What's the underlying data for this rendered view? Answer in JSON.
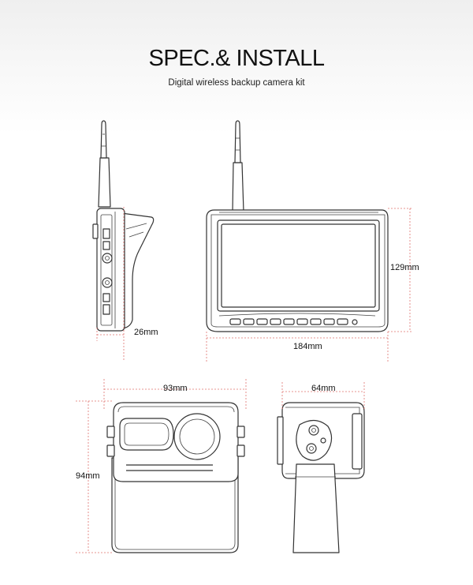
{
  "header": {
    "title": "SPEC.& INSTALL",
    "subtitle": "Digital wireless backup camera kit"
  },
  "dimensions": {
    "monitor_depth": "26mm",
    "monitor_width": "184mm",
    "monitor_height": "129mm",
    "camera_width": "93mm",
    "camera_depth": "64mm",
    "camera_height": "94mm"
  },
  "colors": {
    "line": "#333333",
    "dim_line": "#e0736f",
    "text": "#111111"
  }
}
